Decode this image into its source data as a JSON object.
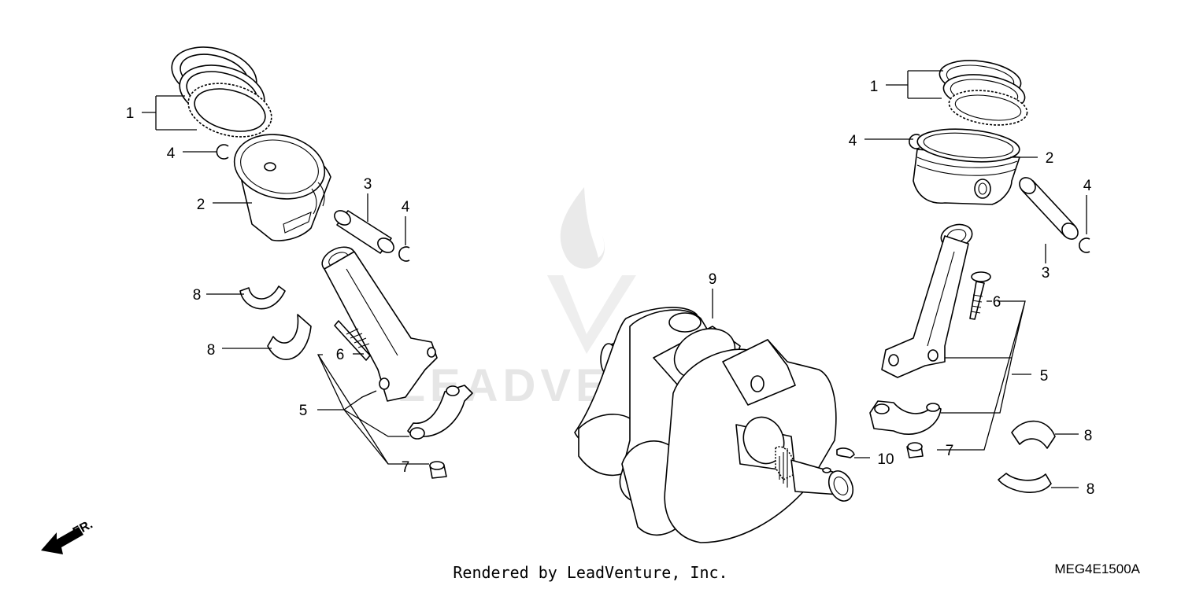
{
  "diagram": {
    "code": "MEG4E1500A",
    "credit": "Rendered by LeadVenture, Inc.",
    "direction_label": "FR.",
    "watermark_text": "LEADVENTURE",
    "callouts": {
      "left": [
        "1",
        "4",
        "2",
        "3",
        "4",
        "8",
        "8",
        "6",
        "5",
        "7"
      ],
      "center": [
        "9",
        "10"
      ],
      "right": [
        "1",
        "4",
        "2",
        "4",
        "3",
        "6",
        "5",
        "7",
        "8",
        "8"
      ]
    }
  }
}
